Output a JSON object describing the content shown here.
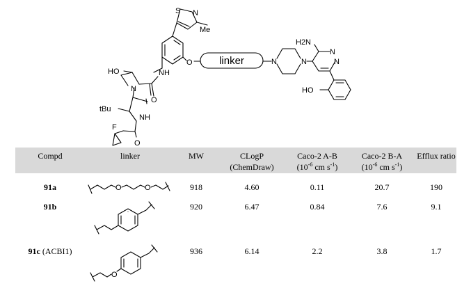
{
  "structure": {
    "linker_box": "linker",
    "labels": {
      "s": "S",
      "n_thiazole": "N",
      "me": "Me",
      "o_ether": "O",
      "nh_amide": "NH",
      "ho": "HO",
      "o_carbonyl1": "O",
      "n_pyrrolidine": "N",
      "tbu": "tBu",
      "o_carbonyl2": "O",
      "f": "F",
      "nh2": "NH",
      "o_carbonyl3": "O",
      "n_pip1": "N",
      "n_pip2": "N",
      "h2n": "H2N",
      "n_pyr1": "N",
      "n_pyr2": "N",
      "ho_phenol": "HO"
    }
  },
  "table": {
    "headers": {
      "compd": "Compd",
      "linker": "linker",
      "mw": "MW",
      "clogp_line1": "CLogP",
      "clogp_line2": "(ChemDraw)",
      "ab_line1": "Caco-2 A-B",
      "ab_unit_a": "(10",
      "ab_unit_exp": "-6",
      "ab_unit_b": " cm s",
      "ab_unit_exp2": "-1",
      "ab_unit_c": ")",
      "ba_line1": "Caco-2 B-A",
      "ba_unit_a": "(10",
      "ba_unit_exp": "-6",
      "ba_unit_b": " cm s",
      "ba_unit_exp2": "-1",
      "ba_unit_c": ")",
      "efflux": "Efflux ratio"
    },
    "rows": [
      {
        "compd": "91a",
        "compd_suffix": "",
        "mw": "918",
        "clogp": "4.60",
        "ab": "0.11",
        "ba": "20.7",
        "efflux": "190"
      },
      {
        "compd": "91b",
        "compd_suffix": "",
        "mw": "920",
        "clogp": "6.47",
        "ab": "0.84",
        "ba": "7.6",
        "efflux": "9.1"
      },
      {
        "compd": "91c",
        "compd_suffix": " (ACBI1)",
        "mw": "936",
        "clogp": "6.14",
        "ab": "2.2",
        "ba": "3.8",
        "efflux": "1.7"
      }
    ],
    "linker_atoms": {
      "r1_o1": "O",
      "r1_o2": "O",
      "r3_o": "O"
    }
  }
}
